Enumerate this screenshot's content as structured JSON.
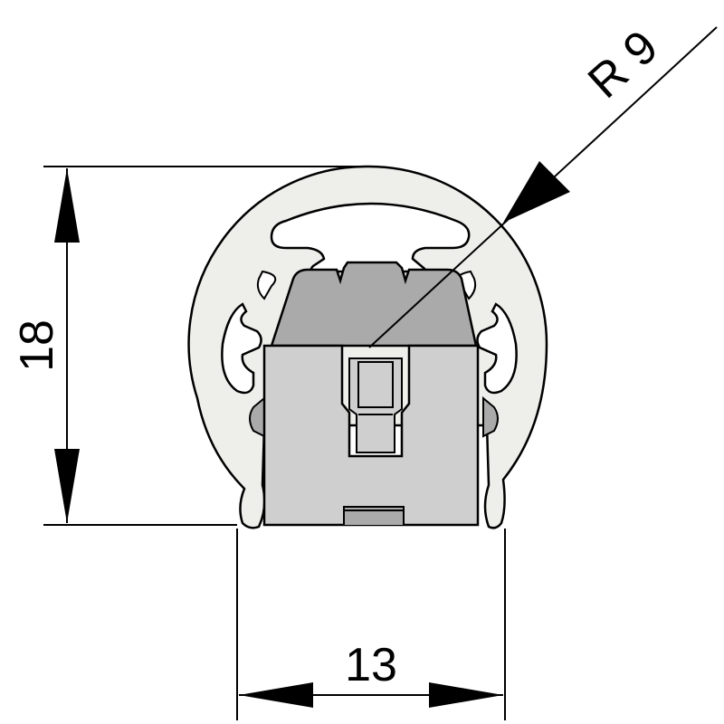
{
  "dimensions": {
    "height_label": "18",
    "width_label": "13",
    "radius_label": "R 9"
  },
  "colors": {
    "profile_fill": "#eeeeea",
    "lens_fill": "#aaaaaa",
    "holder_fill": "#cfcfcf",
    "line": "#000000"
  }
}
